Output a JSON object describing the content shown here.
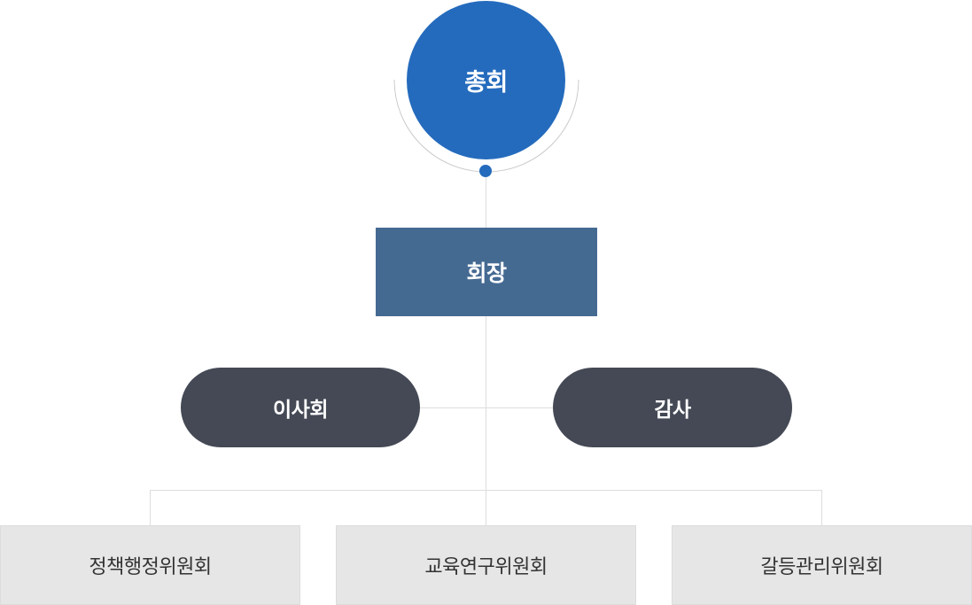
{
  "org": {
    "general_assembly": "총회",
    "president": "회장",
    "board": "이사회",
    "audit": "감사",
    "committees": [
      "정책행정위원회",
      "교육연구위원회",
      "갈등관리위원회"
    ]
  },
  "colors": {
    "assembly": "#246bbd",
    "president": "#456a92",
    "pill": "#444955",
    "committee_bg": "#e6e6e6",
    "committee_text": "#333333",
    "connector": "#dddddd"
  }
}
